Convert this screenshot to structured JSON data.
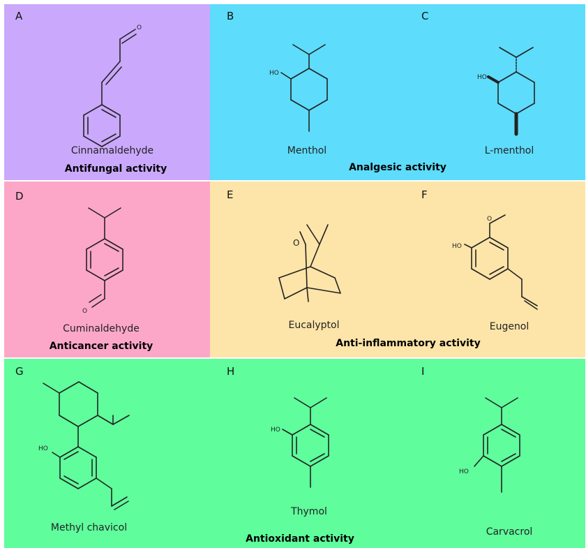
{
  "colors": {
    "antifungal": "#caa8fc",
    "analgesic": "#5ddcfb",
    "anticancer": "#fca7c8",
    "antiinflammatory": "#fde4a8",
    "antioxidant": "#5ffd9c",
    "line": "#222222"
  },
  "panels": {
    "A": {
      "letter": "A",
      "name": "Cinnamaldehyde",
      "atom_labels": [
        "O"
      ]
    },
    "B": {
      "letter": "B",
      "name": "Menthol",
      "atom_labels": [
        "HO"
      ]
    },
    "C": {
      "letter": "C",
      "name": "L-menthol",
      "atom_labels": [
        "HO"
      ]
    },
    "D": {
      "letter": "D",
      "name": "Cuminaldehyde",
      "atom_labels": [
        "O"
      ]
    },
    "E": {
      "letter": "E",
      "name": "Eucalyptol",
      "atom_labels": [
        "O"
      ]
    },
    "F": {
      "letter": "F",
      "name": "Eugenol",
      "atom_labels": [
        "HO",
        "O"
      ]
    },
    "G": {
      "letter": "G",
      "name": "Methyl chavicol",
      "atom_labels": [
        "HO"
      ]
    },
    "H": {
      "letter": "H",
      "name": "Thymol",
      "atom_labels": [
        "HO"
      ]
    },
    "I": {
      "letter": "I",
      "name": "Carvacrol",
      "atom_labels": [
        "HO"
      ]
    }
  },
  "activities": {
    "antifungal": "Antifungal activity",
    "analgesic": "Analgesic activity",
    "anticancer": "Anticancer activity",
    "antiinflammatory": "Anti-inflammatory activity",
    "antioxidant": "Antioxidant activity"
  }
}
